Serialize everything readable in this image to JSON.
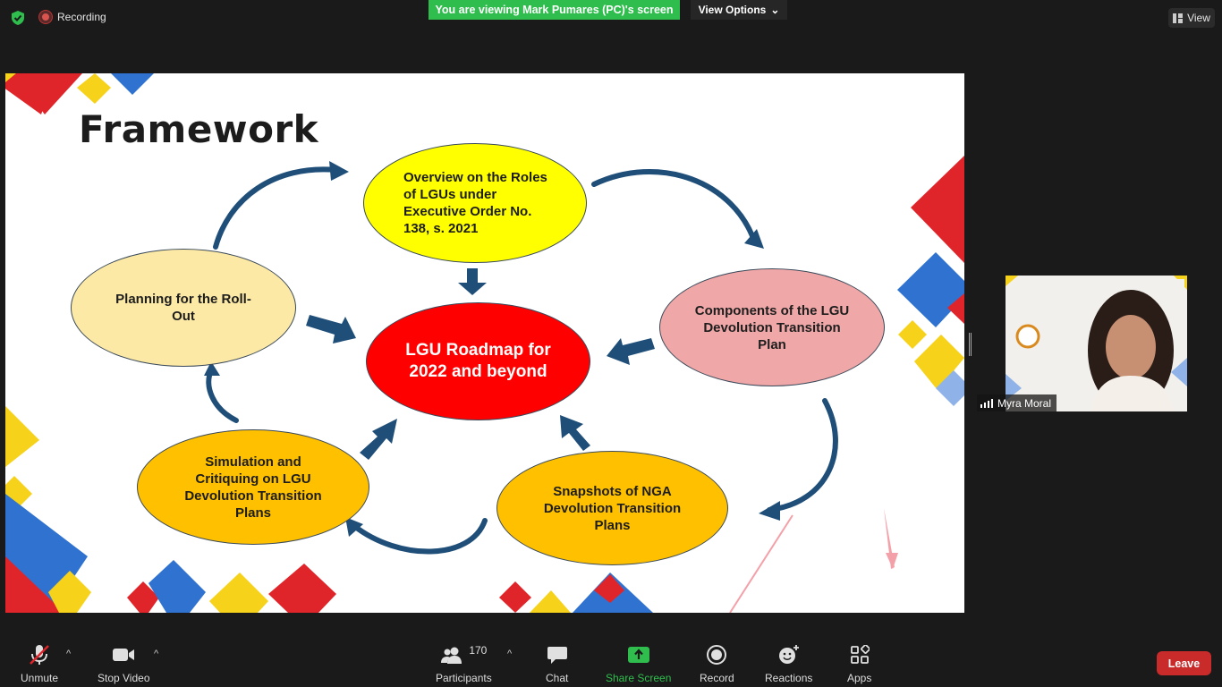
{
  "topbar": {
    "recording_label": "Recording",
    "viewing_banner": "You are viewing Mark Pumares (PC)'s screen",
    "view_options_label": "View Options",
    "view_label": "View"
  },
  "slide": {
    "title": "Framework",
    "nodes": {
      "top": "Overview on the Roles of LGUs under Executive Order No. 138, s. 2021",
      "left": "Planning for the Roll-Out",
      "center": "LGU Roadmap for 2022 and beyond",
      "right": "Components of the LGU Devolution Transition Plan",
      "bottom_left": "Simulation and Critiquing on LGU Devolution Transition Plans",
      "bottom_right": "Snapshots of NGA Devolution Transition Plans"
    },
    "colors": {
      "top": "#ffff00",
      "left": "#fde9a6",
      "center": "#ff0000",
      "right": "#f0a7a7",
      "bottom": "#ffc000",
      "arrow": "#1f4e79"
    }
  },
  "participant": {
    "name": "Myra Moral"
  },
  "toolbar": {
    "unmute": "Unmute",
    "stop_video": "Stop Video",
    "participants": "Participants",
    "participants_count": "170",
    "chat": "Chat",
    "share_screen": "Share Screen",
    "record": "Record",
    "reactions": "Reactions",
    "apps": "Apps",
    "leave": "Leave"
  },
  "colors": {
    "share_green": "#2fbe4d",
    "leave_red": "#c92a2a"
  }
}
